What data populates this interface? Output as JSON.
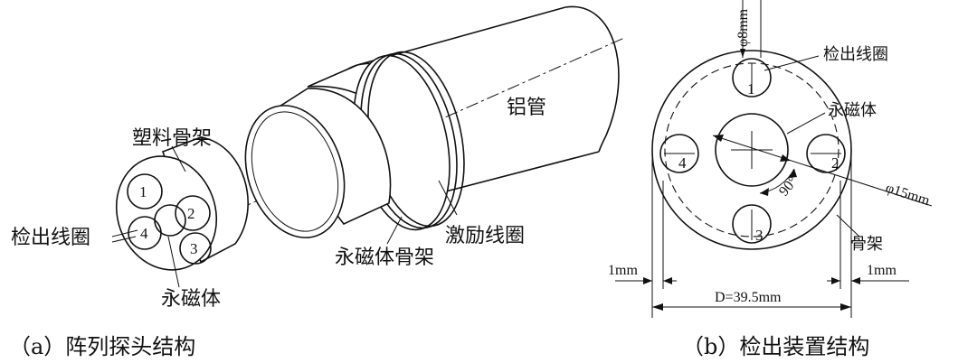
{
  "panel_a": {
    "caption": "（a）阵列探头结构",
    "labels": {
      "plastic_frame": "塑料骨架",
      "aluminum_tube": "铝管",
      "detection_coil": "检出线圈",
      "magnet": "永磁体",
      "magnet_frame": "永磁体骨架",
      "excitation_coil": "激励线圈"
    },
    "coil_numbers": [
      "1",
      "2",
      "3",
      "4"
    ]
  },
  "panel_b": {
    "caption": "（b）检出装置结构",
    "labels": {
      "detection_coil": "检出线圈",
      "magnet": "永磁体",
      "frame": "骨架",
      "coil_diameter": "φ8mm",
      "circle_diameter": "φ15mm",
      "angle": "90°",
      "left_margin": "1mm",
      "right_margin": "1mm",
      "diameter": "D=39.5mm"
    },
    "coil_numbers": [
      "1",
      "2",
      "3",
      "4"
    ]
  }
}
